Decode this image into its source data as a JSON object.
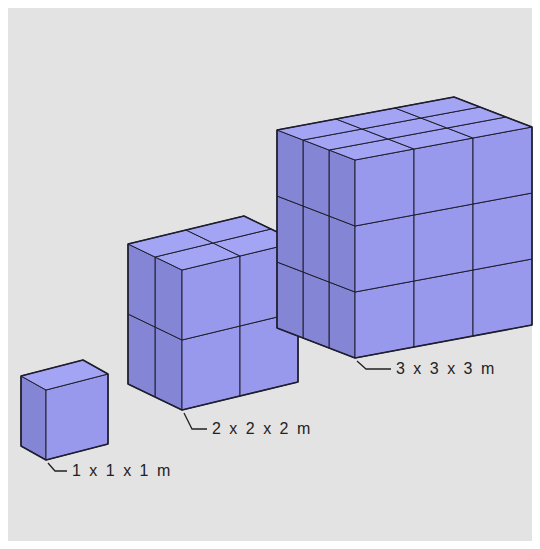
{
  "diagram": {
    "labels": [
      "1 x 1 x 1 m",
      "2 x 2 x 2 m",
      "3 x 3 x 3 m"
    ]
  }
}
